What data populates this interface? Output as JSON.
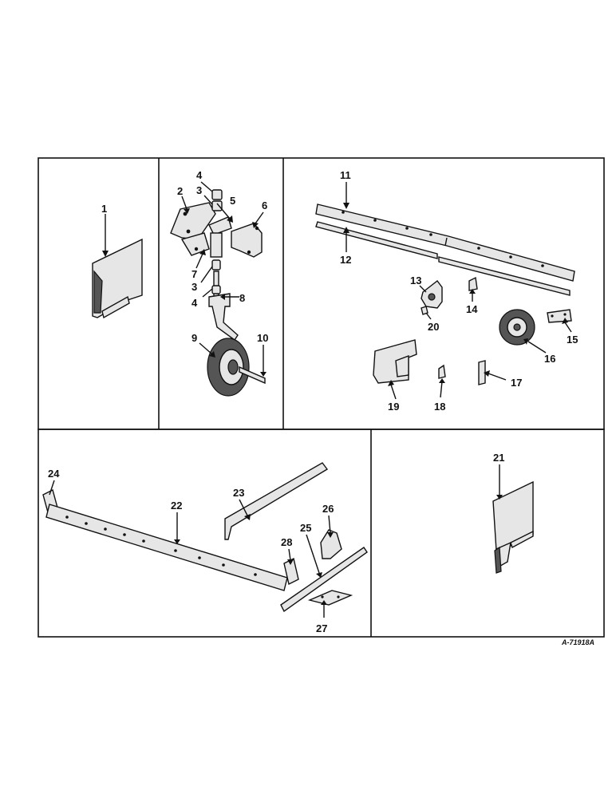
{
  "callouts": [
    "1",
    "2",
    "3",
    "4",
    "5",
    "6",
    "7",
    "3",
    "4",
    "8",
    "9",
    "10",
    "11",
    "12",
    "13",
    "14",
    "15",
    "16",
    "17",
    "18",
    "19",
    "20",
    "21",
    "22",
    "23",
    "24",
    "25",
    "26",
    "27",
    "28"
  ],
  "reference_code": "A-71918A"
}
